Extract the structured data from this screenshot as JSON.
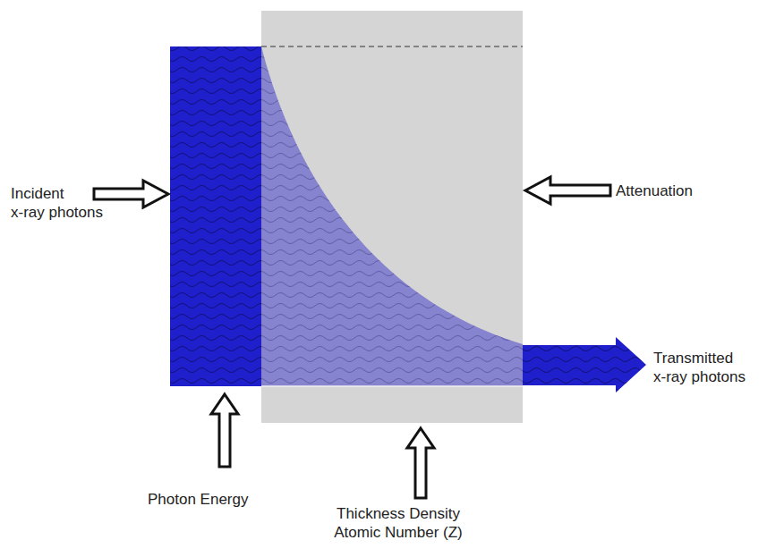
{
  "diagram": {
    "labels": [
      "Incident x-ray photons",
      "Attenuation",
      "Transmitted x-ray photons",
      "Photon Energy",
      "Thickness Density Atomic Number (Z)"
    ]
  }
}
